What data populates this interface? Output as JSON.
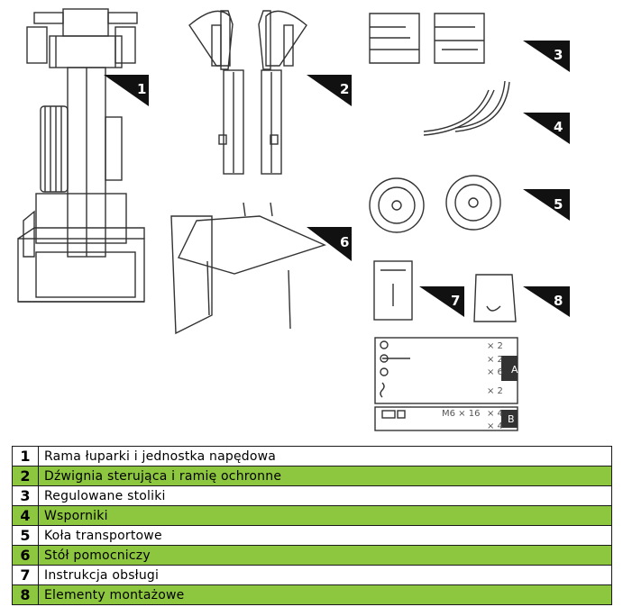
{
  "callouts": [
    "1",
    "2",
    "3",
    "4",
    "5",
    "6",
    "7",
    "8"
  ],
  "fasteners": {
    "group_a_label": "A",
    "group_b_label": "B",
    "group_a_counts": [
      "× 2",
      "× 2",
      "× 6",
      "× 2"
    ],
    "bolt_size": "M6 × 16",
    "group_b_counts": [
      "× 4",
      "× 4"
    ]
  },
  "parts": [
    {
      "num": "1",
      "label": "Rama łuparki i jednostka napędowa"
    },
    {
      "num": "2",
      "label": "Dźwignia sterująca i ramię ochronne"
    },
    {
      "num": "3",
      "label": "Regulowane stoliki"
    },
    {
      "num": "4",
      "label": "Wsporniki"
    },
    {
      "num": "5",
      "label": "Koła transportowe"
    },
    {
      "num": "6",
      "label": "Stół pomocniczy"
    },
    {
      "num": "7",
      "label": "Instrukcja obsługi"
    },
    {
      "num": "8",
      "label": "Elementy montażowe"
    }
  ],
  "colors": {
    "row_highlight": "#8dc63f",
    "line": "#1a1a1a"
  }
}
